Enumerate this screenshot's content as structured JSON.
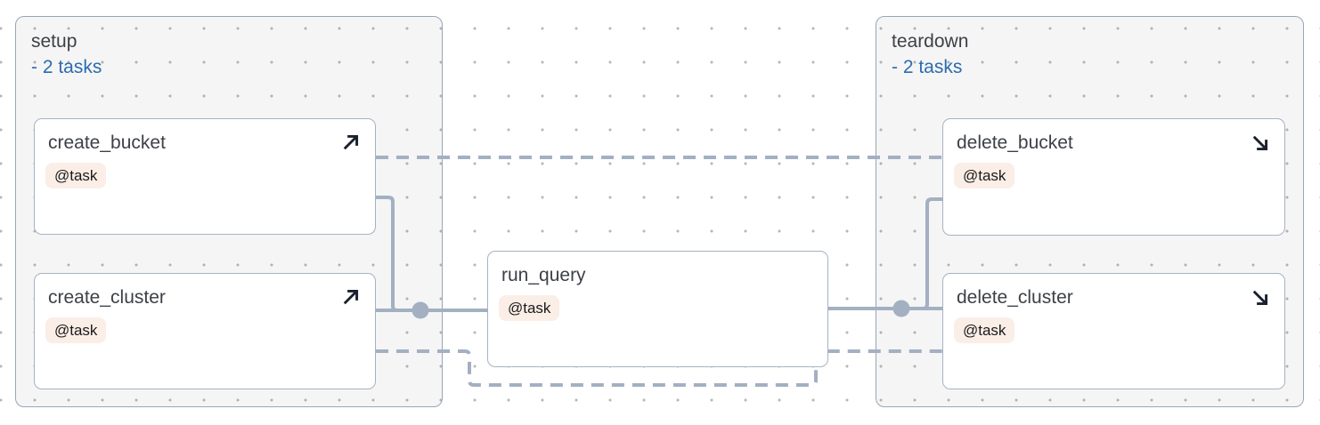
{
  "graph": {
    "kind": "dag-task-graph",
    "groups": [
      {
        "id": "setup",
        "label": "setup",
        "tasks_toggle": "- 2 tasks"
      },
      {
        "id": "teardown",
        "label": "teardown",
        "tasks_toggle": "- 2 tasks"
      }
    ],
    "nodes": [
      {
        "id": "create_bucket",
        "label": "create_bucket",
        "decorator": "@task",
        "icon": "arrow-up-right",
        "group": "setup"
      },
      {
        "id": "create_cluster",
        "label": "create_cluster",
        "decorator": "@task",
        "icon": "arrow-up-right",
        "group": "setup"
      },
      {
        "id": "run_query",
        "label": "run_query",
        "decorator": "@task",
        "icon": null,
        "group": null
      },
      {
        "id": "delete_bucket",
        "label": "delete_bucket",
        "decorator": "@task",
        "icon": "arrow-down-right",
        "group": "teardown"
      },
      {
        "id": "delete_cluster",
        "label": "delete_cluster",
        "decorator": "@task",
        "icon": "arrow-down-right",
        "group": "teardown"
      }
    ],
    "edges": [
      {
        "from": "create_bucket",
        "to": "delete_bucket",
        "style": "dashed"
      },
      {
        "from": "create_bucket",
        "to": "run_query",
        "style": "solid"
      },
      {
        "from": "create_cluster",
        "to": "run_query",
        "style": "solid"
      },
      {
        "from": "run_query",
        "to": "delete_bucket",
        "style": "solid"
      },
      {
        "from": "run_query",
        "to": "delete_cluster",
        "style": "solid"
      },
      {
        "from": "create_cluster",
        "to": "delete_cluster",
        "style": "dashed"
      }
    ]
  },
  "colors": {
    "edge": "#a3b0c2",
    "group_border": "#98a6ba",
    "node_border": "#a6b2c3",
    "label_text": "#3d4147",
    "tasks_toggle_text": "#2b6cb0",
    "badge_bg": "#fbeee7",
    "badge_text": "#1a1a1a",
    "icon": "#1a202c",
    "canvas_dot": "#b7b7b7"
  }
}
